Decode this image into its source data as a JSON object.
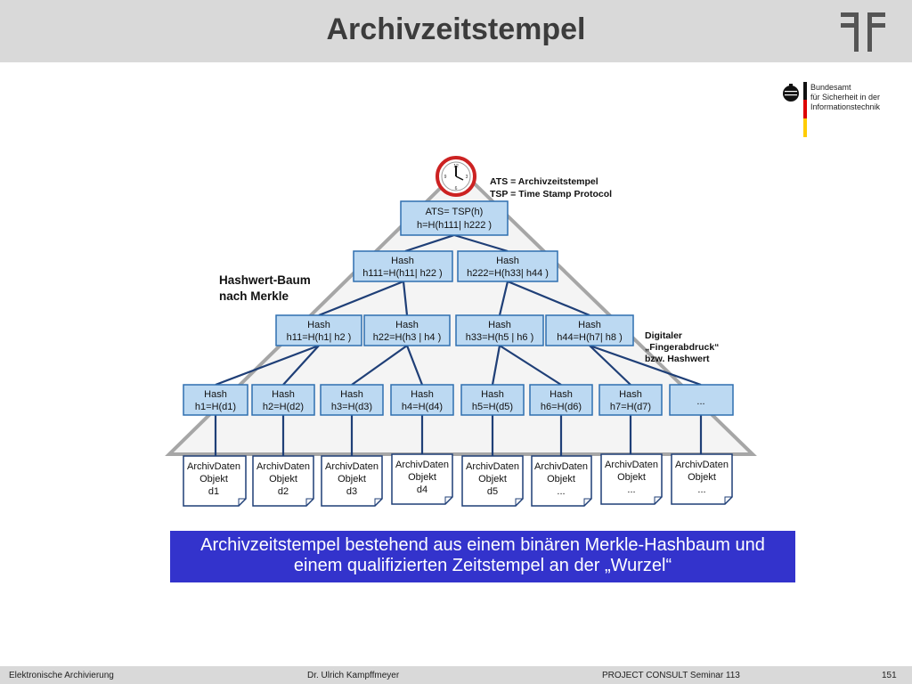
{
  "header": {
    "title": "Archivzeitstempel"
  },
  "bsi_logo": {
    "line1": "Bundesamt",
    "line2": "für Sicherheit in der",
    "line3": "Informationstechnik"
  },
  "diagram": {
    "top_note_line1": "ATS = Archivzeitstempel",
    "top_note_line2": "TSP = Time Stamp Protocol",
    "merkle_label_line1": "Hashwert-Baum",
    "merkle_label_line2": "nach Merkle",
    "fingerprint_line1": "Digitaler",
    "fingerprint_line2": "„Fingerabdruck“",
    "fingerprint_line3": "bzw. Hashwert",
    "root": {
      "line1": "ATS= TSP(h)",
      "line2": "h=H(h111| h222 )"
    },
    "level2": [
      {
        "line1": "Hash",
        "line2": "h111=H(h11| h22 )"
      },
      {
        "line1": "Hash",
        "line2": "h222=H(h33| h44 )"
      }
    ],
    "level3": [
      {
        "line1": "Hash",
        "line2": "h11=H(h1| h2 )"
      },
      {
        "line1": "Hash",
        "line2": "h22=H(h3 | h4 )"
      },
      {
        "line1": "Hash",
        "line2": "h33=H(h5 | h6 )"
      },
      {
        "line1": "Hash",
        "line2": "h44=H(h7| h8 )"
      }
    ],
    "level4": [
      {
        "line1": "Hash",
        "line2": "h1=H(d1)"
      },
      {
        "line1": "Hash",
        "line2": "h2=H(d2)"
      },
      {
        "line1": "Hash",
        "line2": "h3=H(d3)"
      },
      {
        "line1": "Hash",
        "line2": "h4=H(d4)"
      },
      {
        "line1": "Hash",
        "line2": "h5=H(d5)"
      },
      {
        "line1": "Hash",
        "line2": "h6=H(d6)"
      },
      {
        "line1": "Hash",
        "line2": "h7=H(d7)"
      },
      {
        "line1": "...",
        "line2": ""
      }
    ],
    "documents": [
      {
        "line1": "ArchivDaten",
        "line2": "Objekt",
        "line3": "d1"
      },
      {
        "line1": "ArchivDaten",
        "line2": "Objekt",
        "line3": "d2"
      },
      {
        "line1": "ArchivDaten",
        "line2": "Objekt",
        "line3": "d3"
      },
      {
        "line1": "ArchivDaten",
        "line2": "Objekt",
        "line3": "d4"
      },
      {
        "line1": "ArchivDaten",
        "line2": "Objekt",
        "line3": "d5"
      },
      {
        "line1": "ArchivDaten",
        "line2": "Objekt",
        "line3": "..."
      },
      {
        "line1": "ArchivDaten",
        "line2": "Objekt",
        "line3": "..."
      },
      {
        "line1": "ArchivDaten",
        "line2": "Objekt",
        "line3": "..."
      }
    ]
  },
  "caption": {
    "line1": "Archivzeitstempel bestehend aus einem binären Merkle-Hashbaum und",
    "line2": "einem qualifizierten Zeitstempel an der „Wurzel“"
  },
  "footer": {
    "left": "Elektronische Archivierung",
    "center": "Dr. Ulrich Kampffmeyer",
    "right": "PROJECT CONSULT Seminar 113",
    "page": "151"
  },
  "colors": {
    "header_bg": "#d9d9d9",
    "node_fill": "#bcd9f2",
    "node_border": "#2f6fb0",
    "edge": "#1f3f77",
    "caption_bg": "#3333cc"
  }
}
